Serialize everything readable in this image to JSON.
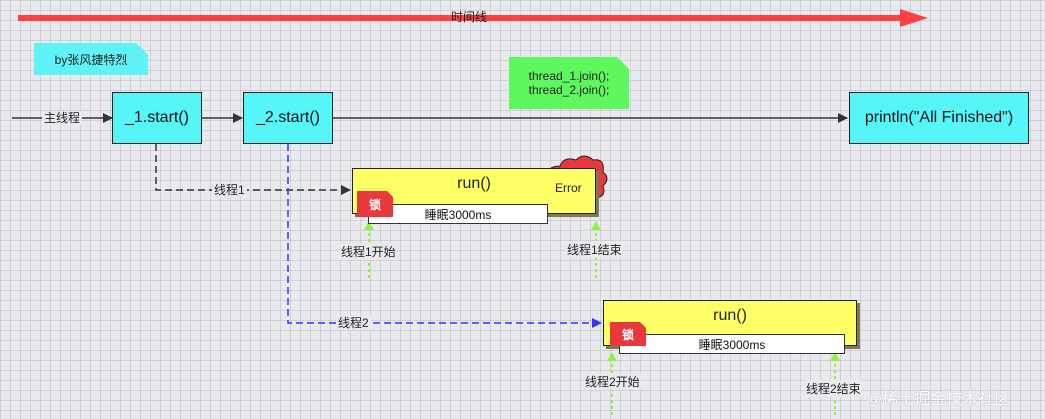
{
  "timeline": {
    "label": "时间线",
    "color": "#ff4040"
  },
  "author_note": "by张风捷特烈",
  "join_note": [
    "thread_1.join();",
    "thread_2.join();"
  ],
  "main_thread": {
    "label": "主线程",
    "start1": "_1.start()",
    "start2": "_2.start()",
    "finish": "println(\"All Finished\")"
  },
  "thread1": {
    "edge_label": "线程1",
    "run": "run()",
    "lock": "锁",
    "sleep": "睡眠3000ms",
    "error": "Error",
    "start_marker": "线程1开始",
    "end_marker": "线程1结束"
  },
  "thread2": {
    "edge_label": "线程2",
    "run": "run()",
    "lock": "锁",
    "sleep": "睡眠3000ms",
    "start_marker": "线程2开始",
    "end_marker": "线程2结束"
  },
  "watermark": "@稀土掘金技术社区",
  "colors": {
    "cyan": "#55f5f8",
    "green_note": "#5ef75e",
    "yellow": "#ffff66",
    "lock_red": "#e8383c",
    "error_red": "#e8383c",
    "marker_green": "#8df53a",
    "thread2_blue": "#3333ff"
  }
}
